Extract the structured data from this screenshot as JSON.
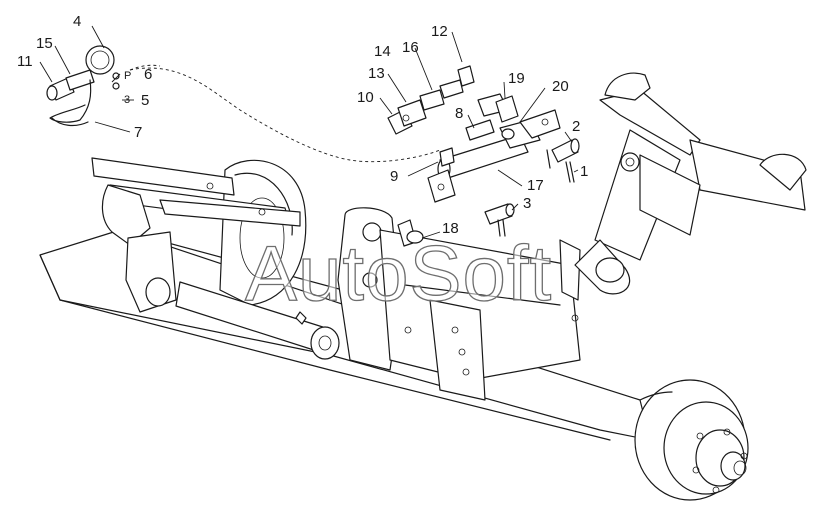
{
  "watermark": "AutoSoft",
  "callouts": {
    "c1": "1",
    "c2": "2",
    "c3a": "3",
    "c3b": "3",
    "c4": "4",
    "c5": "5",
    "c6": "6",
    "c7": "7",
    "c8": "8",
    "c9": "9",
    "c10": "10",
    "c11": "11",
    "c12": "12",
    "c13": "13",
    "c14": "14",
    "c15": "15",
    "c16": "16",
    "c17": "17",
    "c18": "18",
    "c19": "19",
    "c20": "20"
  },
  "marks": {
    "p": "P",
    "z": "3"
  },
  "colors": {
    "line": "#1a1a1a",
    "background": "#ffffff",
    "watermark_outline": "#6e6e6e"
  }
}
